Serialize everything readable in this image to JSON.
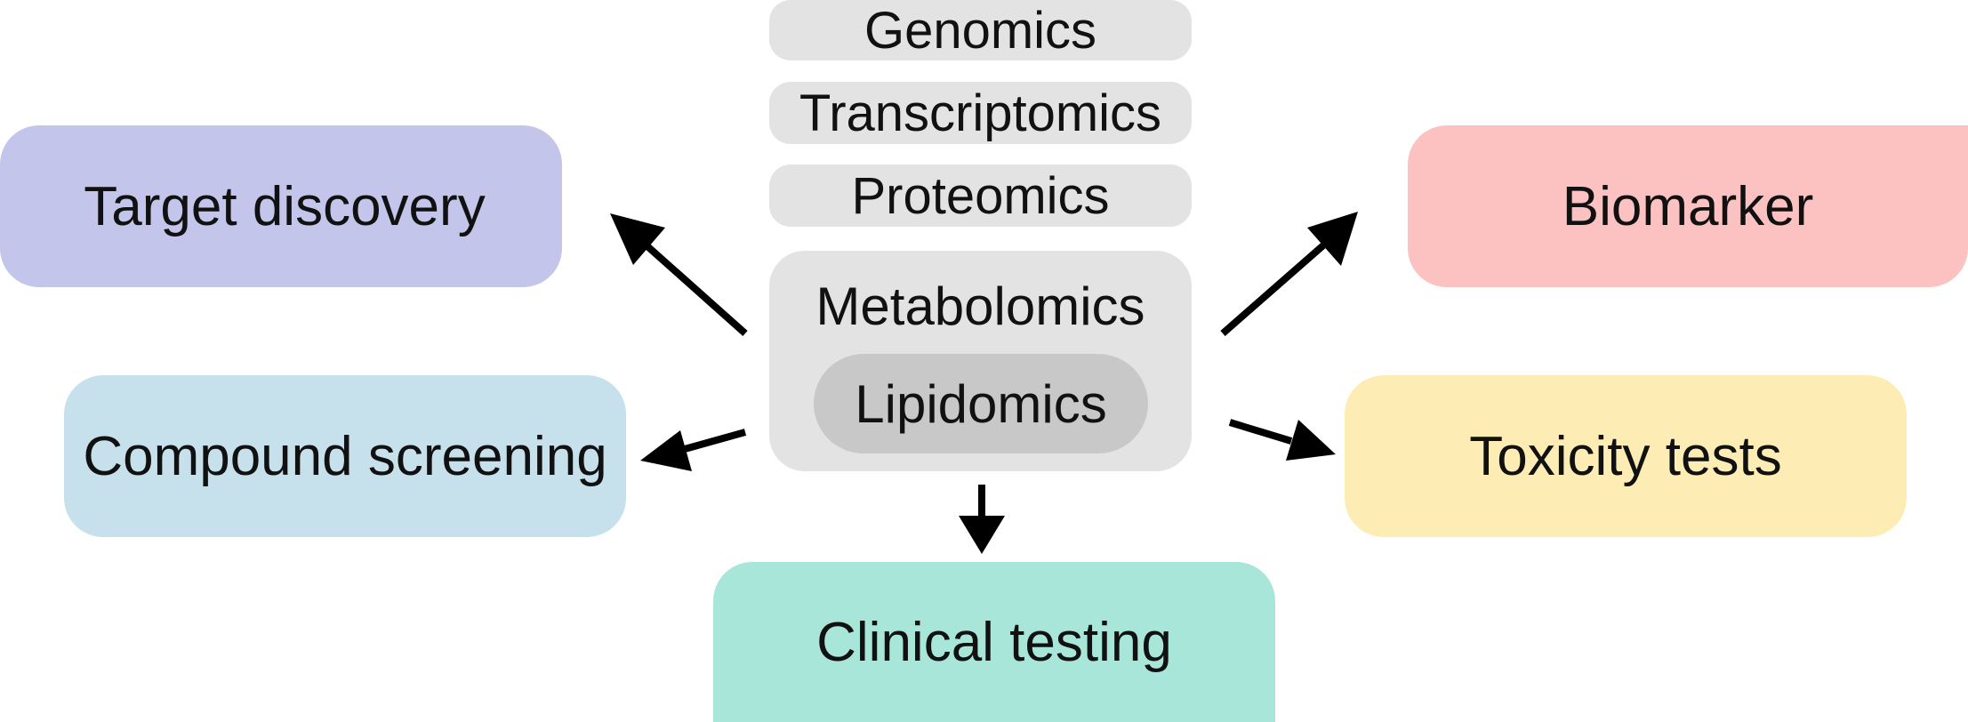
{
  "diagram": {
    "omics_layers": {
      "genomics": "Genomics",
      "transcriptomics": "Transcriptomics",
      "proteomics": "Proteomics",
      "metabolomics": "Metabolomics",
      "lipidomics": "Lipidomics"
    },
    "applications": {
      "target_discovery": "Target discovery",
      "compound_screening": "Compound screening",
      "clinical_testing": "Clinical testing",
      "biomarker": "Biomarker",
      "toxicity_tests": "Toxicity tests"
    },
    "colors": {
      "omics_fill": "#e3e3e3",
      "lipidomics_fill": "#c8c8c8",
      "target_discovery": "#c3c5ea",
      "compound_screening": "#c6e1ec",
      "clinical_testing": "#a9e6da",
      "biomarker": "#fcc2c2",
      "toxicity_tests": "#fdedb4",
      "arrow": "#000000"
    }
  }
}
